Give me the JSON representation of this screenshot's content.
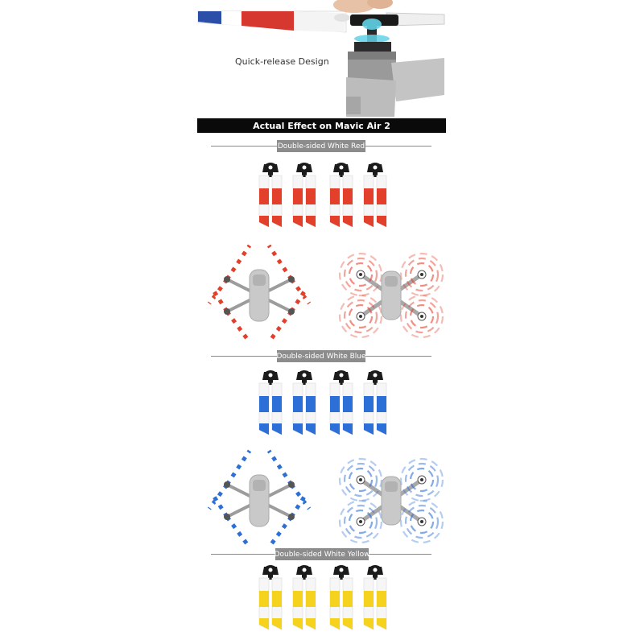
{
  "hero": {
    "caption": "Quick-release Design"
  },
  "banner": {
    "title": "Actual Effect on Mavic Air 2"
  },
  "sections": [
    {
      "label": "Double-sided White Red",
      "accent": "#e3402c"
    },
    {
      "label": "Double-sided White Blue",
      "accent": "#2c6fd6"
    },
    {
      "label": "Double-sided White Yellow",
      "accent": "#f5d21d"
    }
  ],
  "colors": {
    "banner_bg": "#0a0a0a",
    "pill_bg": "#8c8c8c",
    "drone_body": "#c9c9c9",
    "hub": "#1b1b1b",
    "hero_red": "#d6372f",
    "hero_blue": "#2b4fa8",
    "motor_cyan": "#5fd2e6"
  },
  "icons": [
    "propeller-icon",
    "drone-folded-icon",
    "drone-spinning-icon",
    "motor-icon",
    "hand-icon"
  ]
}
